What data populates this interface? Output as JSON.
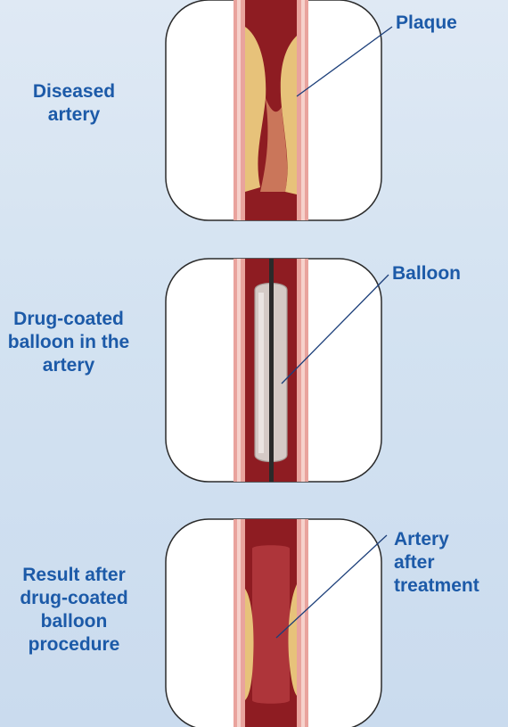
{
  "panels": [
    {
      "label": "Diseased\nartery",
      "callout": "Plaque"
    },
    {
      "label": "Drug-coated\nballoon in the\nartery",
      "callout": "Balloon"
    },
    {
      "label": "Result after\ndrug-coated\nballoon\nprocedure",
      "callout": "Artery\nafter\ntreatment"
    }
  ],
  "colors": {
    "label_blue": "#1c5aa8",
    "vessel_wall": "#e9a39d",
    "blood": "#8e1c22",
    "plaque": "#e7c27a",
    "balloon": "#d9d4cf",
    "catheter": "#2a2a2a"
  }
}
